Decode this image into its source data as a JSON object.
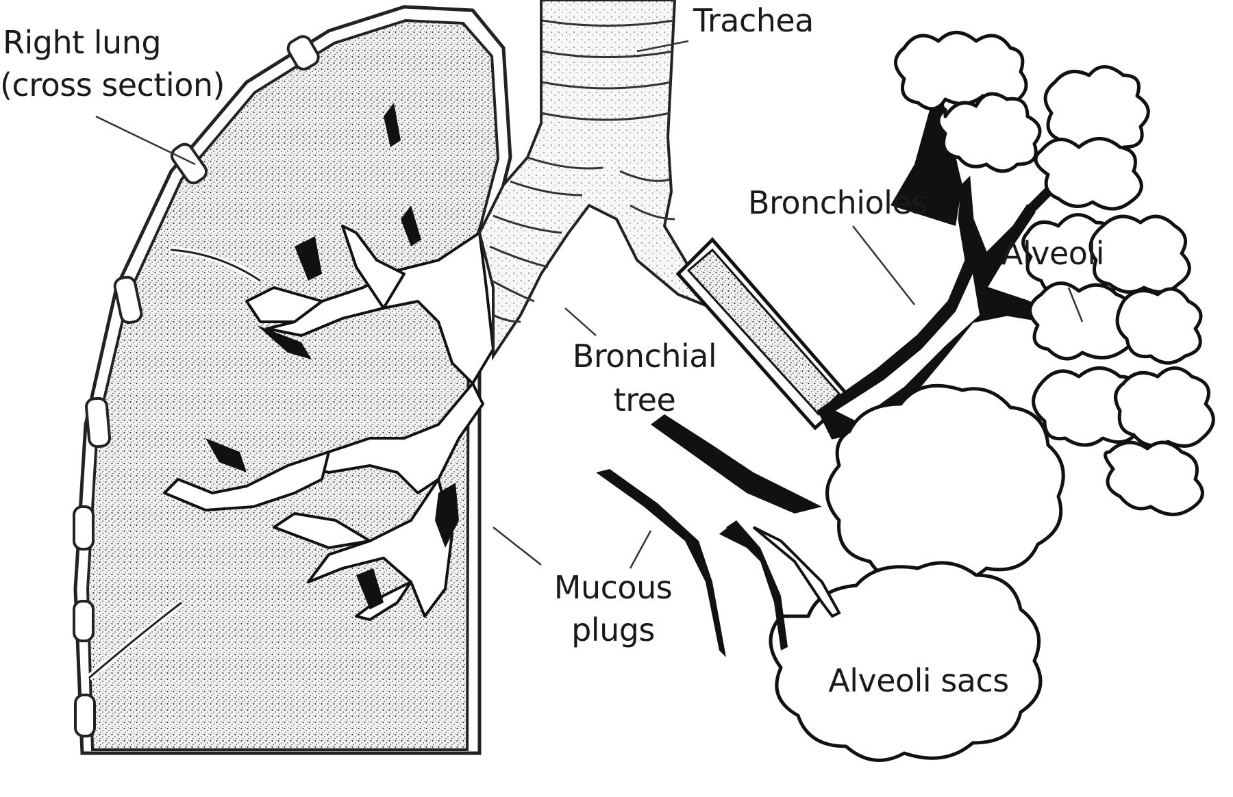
{
  "labels": {
    "right_lung": [
      "Right lung",
      "(cross section)"
    ],
    "trachea": "Trachea",
    "bronchioles": "Bronchioles",
    "alveoli": "Alveoli",
    "bronchial_tree": [
      "Bronchial",
      "tree"
    ],
    "mucous_plugs": [
      "Mucous",
      "plugs"
    ],
    "alveoli_sacs": "Alveoli sacs"
  }
}
